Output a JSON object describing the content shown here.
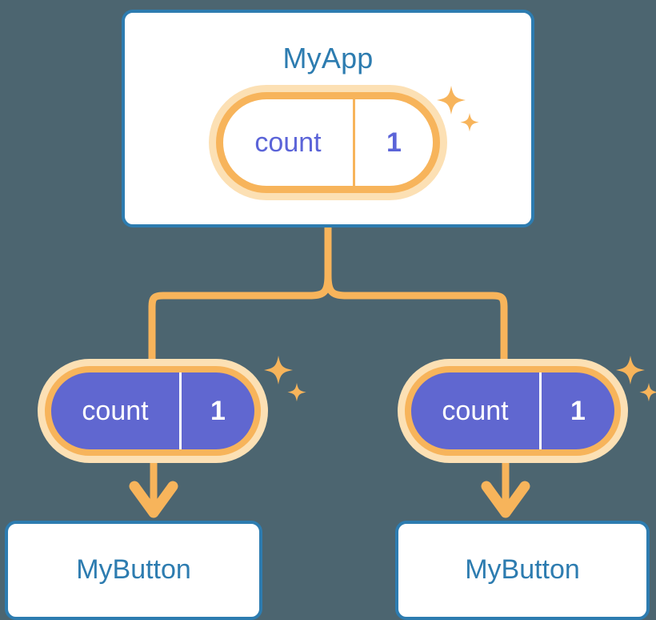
{
  "theme": {
    "background": "#4c6570",
    "card_border": "#2d7cb0",
    "card_fill": "#ffffff",
    "title_text": "#2d7cb0",
    "pill_border": "#f7b45b",
    "pill_halo": "#fce0b4",
    "pill_solid_fill": "#6067d0",
    "pill_light_fill": "#ffffff",
    "pill_light_text": "#5b64d8",
    "pill_solid_text": "#ffffff",
    "connector": "#f7b45b",
    "sparkle": "#f7b45b"
  },
  "diagram": {
    "type": "component-tree",
    "root": {
      "name": "app-card",
      "title": "MyApp",
      "state": {
        "key": "count",
        "value": "1",
        "style": "light"
      },
      "sparkle": "sparkle-icon"
    },
    "children": [
      {
        "name": "child-left",
        "state": {
          "key": "count",
          "value": "1",
          "style": "solid"
        },
        "sparkle": "sparkle-icon",
        "target": {
          "name": "button-card-left",
          "title": "MyButton"
        }
      },
      {
        "name": "child-right",
        "state": {
          "key": "count",
          "value": "1",
          "style": "solid"
        },
        "sparkle": "sparkle-icon",
        "target": {
          "name": "button-card-right",
          "title": "MyButton"
        }
      }
    ]
  }
}
